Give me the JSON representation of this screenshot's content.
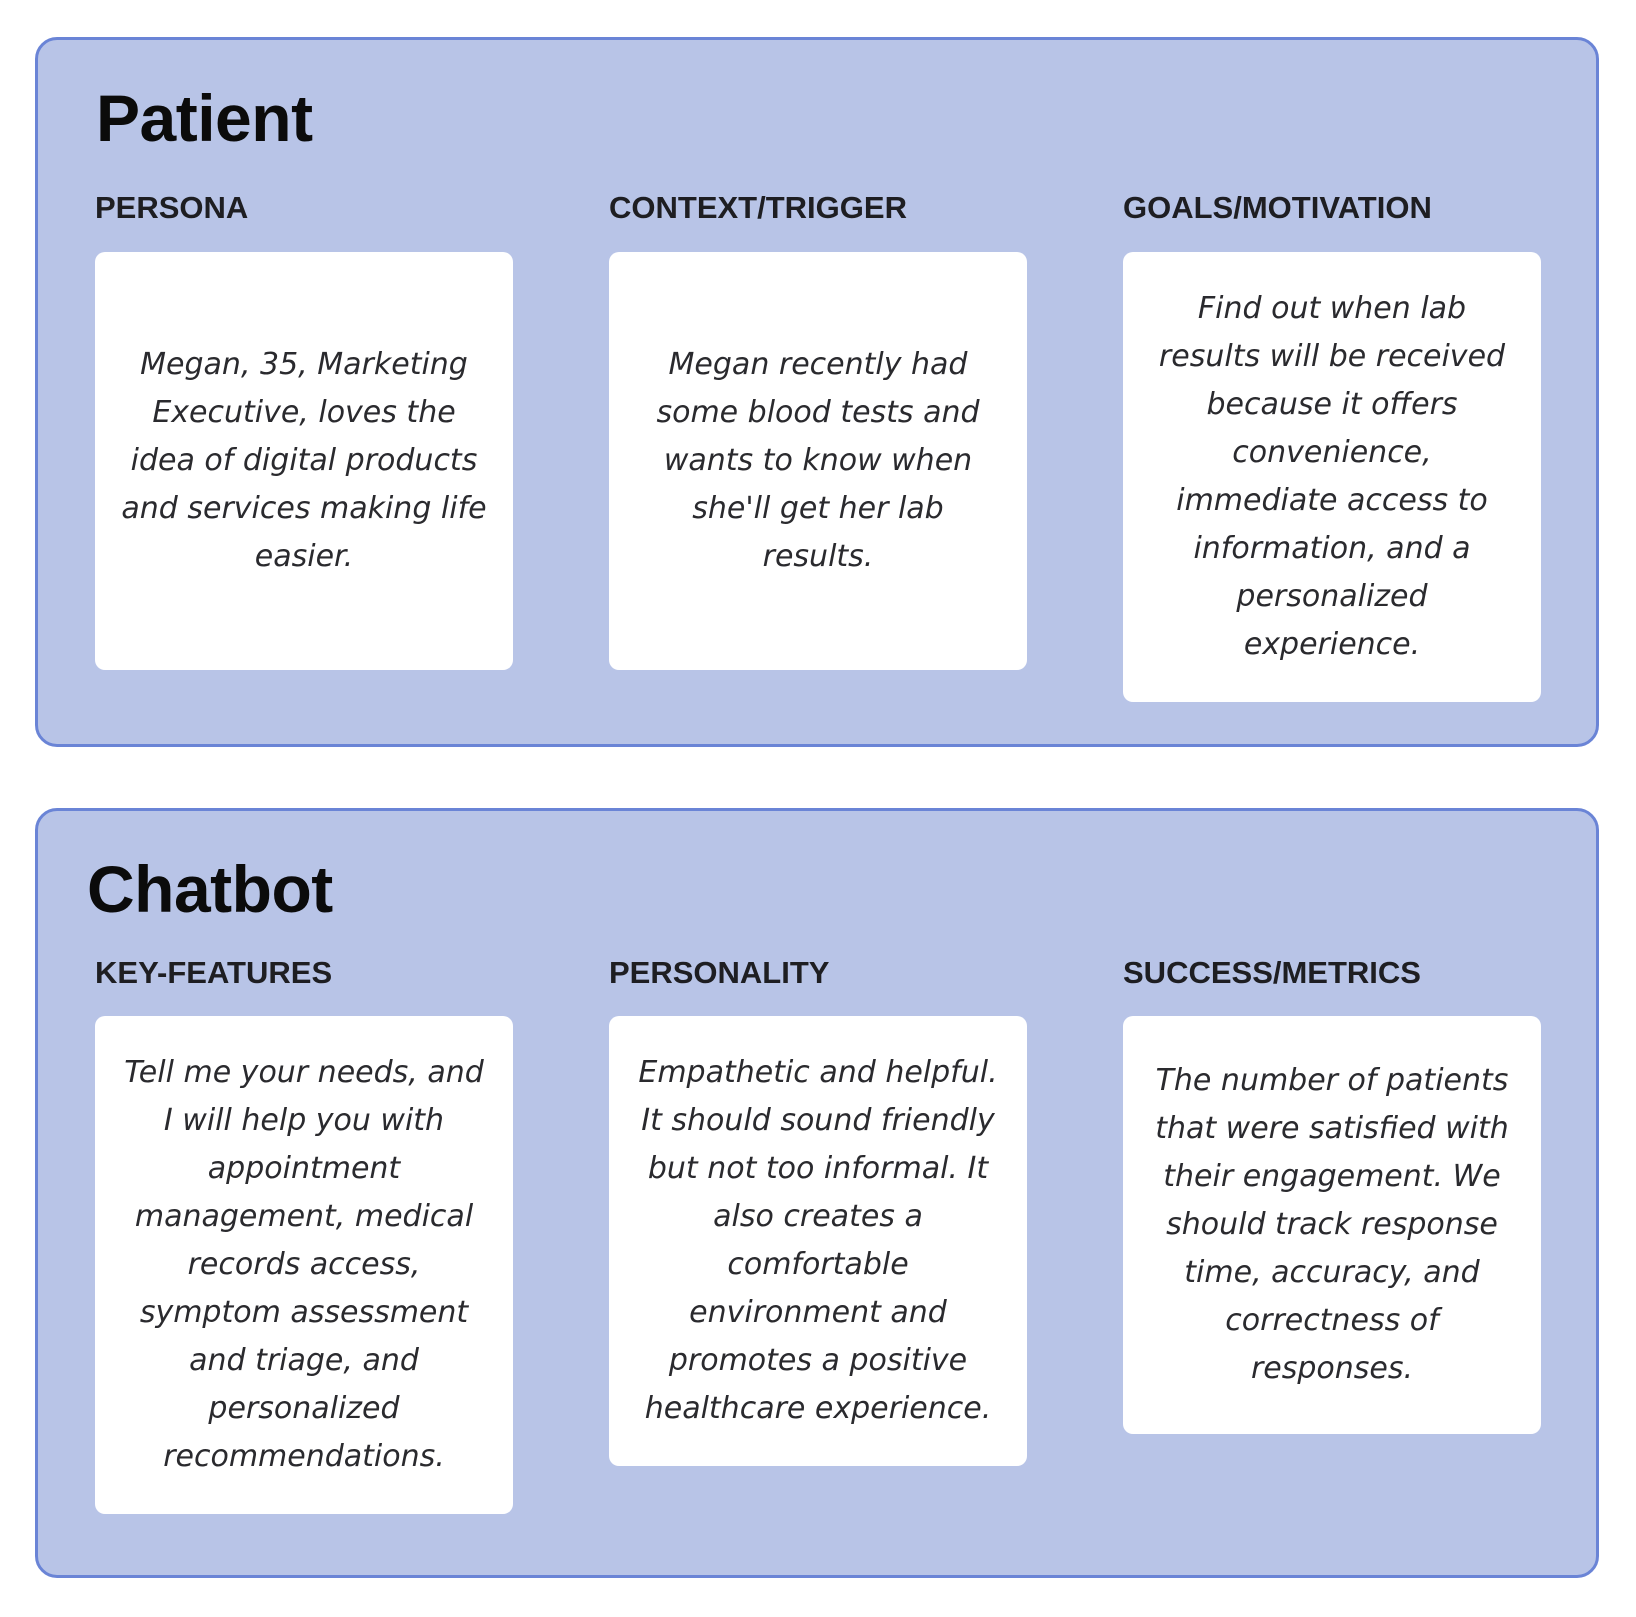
{
  "patient": {
    "title": "Patient",
    "columns": [
      {
        "heading": "PERSONA",
        "text": "Megan, 35, Marketing Executive, loves the idea of digital products and services making life easier."
      },
      {
        "heading": "CONTEXT/TRIGGER",
        "text": "Megan recently had some blood tests and wants to know when she'll get her lab results."
      },
      {
        "heading": "GOALS/MOTIVATION",
        "text": "Find out when lab results will be received because it offers convenience, immediate access to information, and a personalized experience."
      }
    ]
  },
  "chatbot": {
    "title": "Chatbot",
    "columns": [
      {
        "heading": "KEY-FEATURES",
        "text": "Tell me your needs, and I will help you with appointment management, medical records access, symptom assessment and triage, and personalized recommendations."
      },
      {
        "heading": "PERSONALITY",
        "text": "Empathetic and helpful. It should sound friendly but not too informal. It also creates a comfortable environment and promotes a positive healthcare experience."
      },
      {
        "heading": "SUCCESS/METRICS",
        "text": "The number of patients that were satisfied with their engagement. We should track response time, accuracy, and correctness of responses."
      }
    ]
  },
  "colors": {
    "panel_fill": "#b8c4e7",
    "panel_border": "#6a84d6",
    "card_fill": "#ffffff"
  }
}
